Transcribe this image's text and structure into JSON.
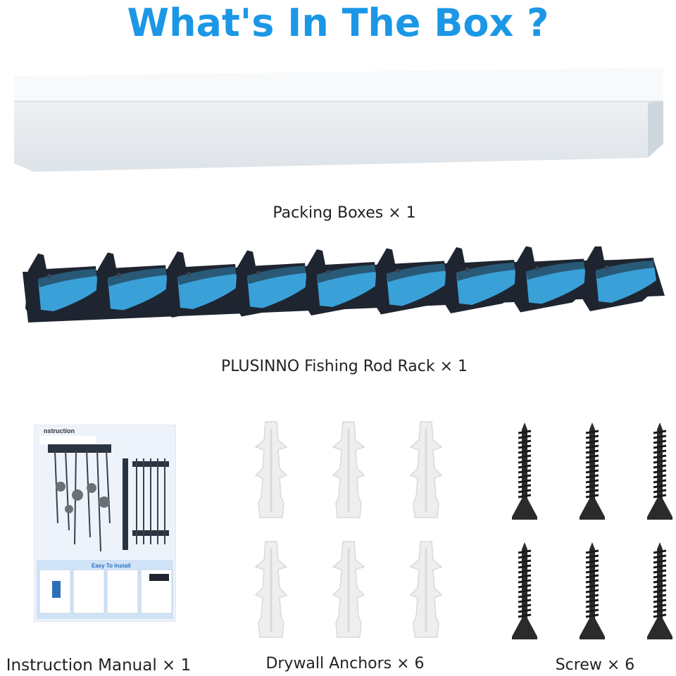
{
  "title": "What's In The Box ?",
  "items": {
    "packing_box": {
      "label": "Packing Boxes × 1"
    },
    "rack": {
      "label": "PLUSINNO Fishing Rod Rack × 1",
      "clip_count": 9
    },
    "manual": {
      "label": "Instruction Manual × 1",
      "heading": "nstruction",
      "install_heading": "Easy To Install"
    },
    "anchors": {
      "label": "Drywall Anchors × 6",
      "count": 6
    },
    "screws": {
      "label": "Screw × 6",
      "count": 6
    }
  },
  "colors": {
    "title": "#1c97e6",
    "rack_accent": "#3aa0d8",
    "rack_body": "#1e2530",
    "box": "#f2f5f7",
    "screw": "#2b2b2b",
    "anchor": "#eeeeee"
  }
}
